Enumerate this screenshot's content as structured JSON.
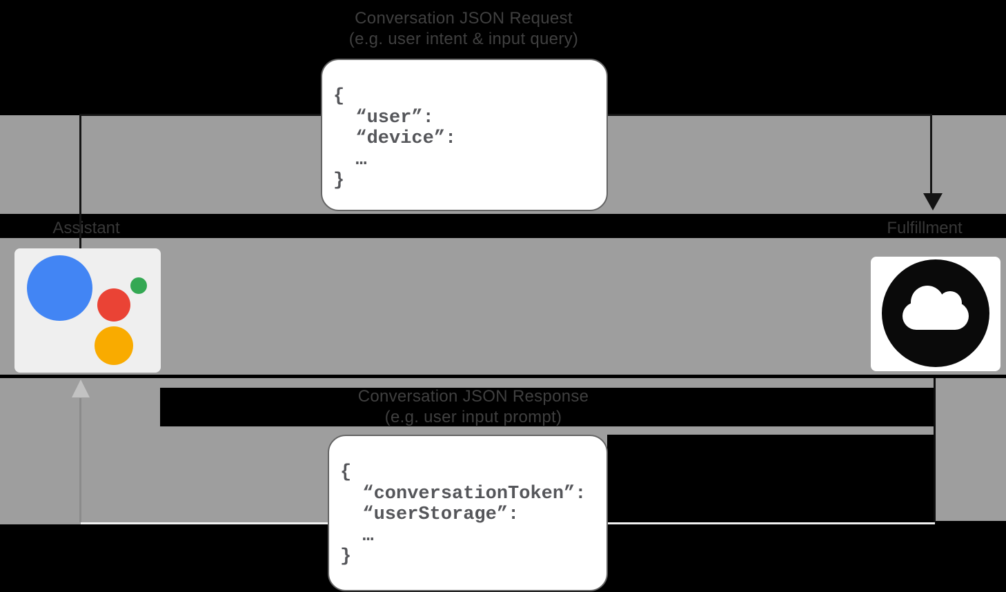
{
  "diagram": {
    "request": {
      "title": "Conversation JSON Request",
      "subtitle": "(e.g. user intent & input query)",
      "payload": "{\n  “user”:\n  “device”:\n  …\n}"
    },
    "response": {
      "title": "Conversation JSON Response",
      "subtitle": "(e.g. user input prompt)",
      "payload": "{\n  “conversationToken”:\n  “userStorage”:\n  …\n}"
    },
    "nodes": {
      "assistant": {
        "label": "Assistant",
        "icon": "google-assistant-logo"
      },
      "fulfillment": {
        "label": "Fulfillment",
        "icon": "cloud-icon"
      }
    },
    "colors": {
      "band_gray": "#9e9e9e",
      "card_white": "#ffffff",
      "json_text": "#55565a",
      "caption_text": "#404040",
      "assistant_blue": "#4285f4",
      "assistant_red": "#ea4335",
      "assistant_green": "#34a853",
      "assistant_yellow": "#f9ab00",
      "cloud_black": "#0a0a0a"
    }
  }
}
